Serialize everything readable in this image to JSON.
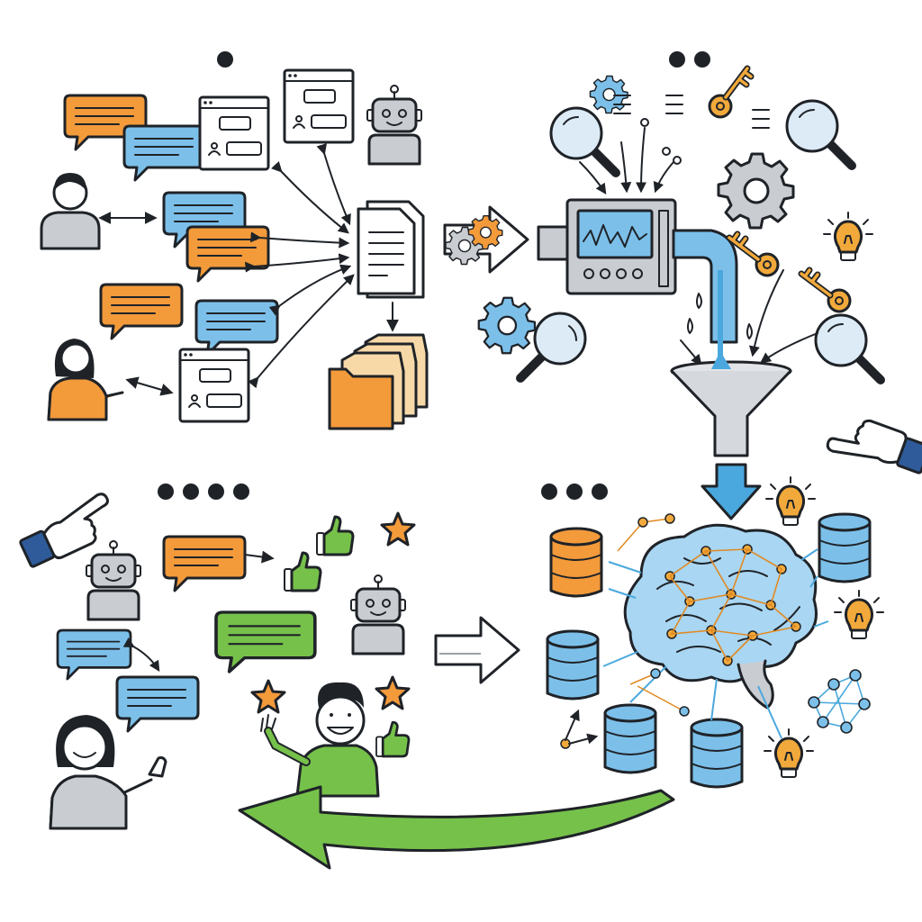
{
  "steps": [
    {
      "id": "collect",
      "dots": 1
    },
    {
      "id": "process",
      "dots": 2
    },
    {
      "id": "learn",
      "dots": 3
    },
    {
      "id": "feedback",
      "dots": 4
    }
  ],
  "colors": {
    "orange": "#f39a3b",
    "blue": "#7cc0ea",
    "green": "#76c14a",
    "grey": "#c9ccd1",
    "ink": "#1f2328",
    "gold": "#f2a93b"
  },
  "icons": [
    "chat-bubble-icon",
    "chat-window-icon",
    "robot-icon",
    "person-icon",
    "document-icon",
    "folder-icon",
    "arrow-icon",
    "magnifier-icon",
    "gear-icon",
    "key-icon",
    "lightbulb-icon",
    "machine-icon",
    "funnel-icon",
    "pointing-hand-icon",
    "brain-network-icon",
    "database-icon",
    "thumbs-up-icon",
    "star-icon",
    "loop-arrow-icon"
  ]
}
